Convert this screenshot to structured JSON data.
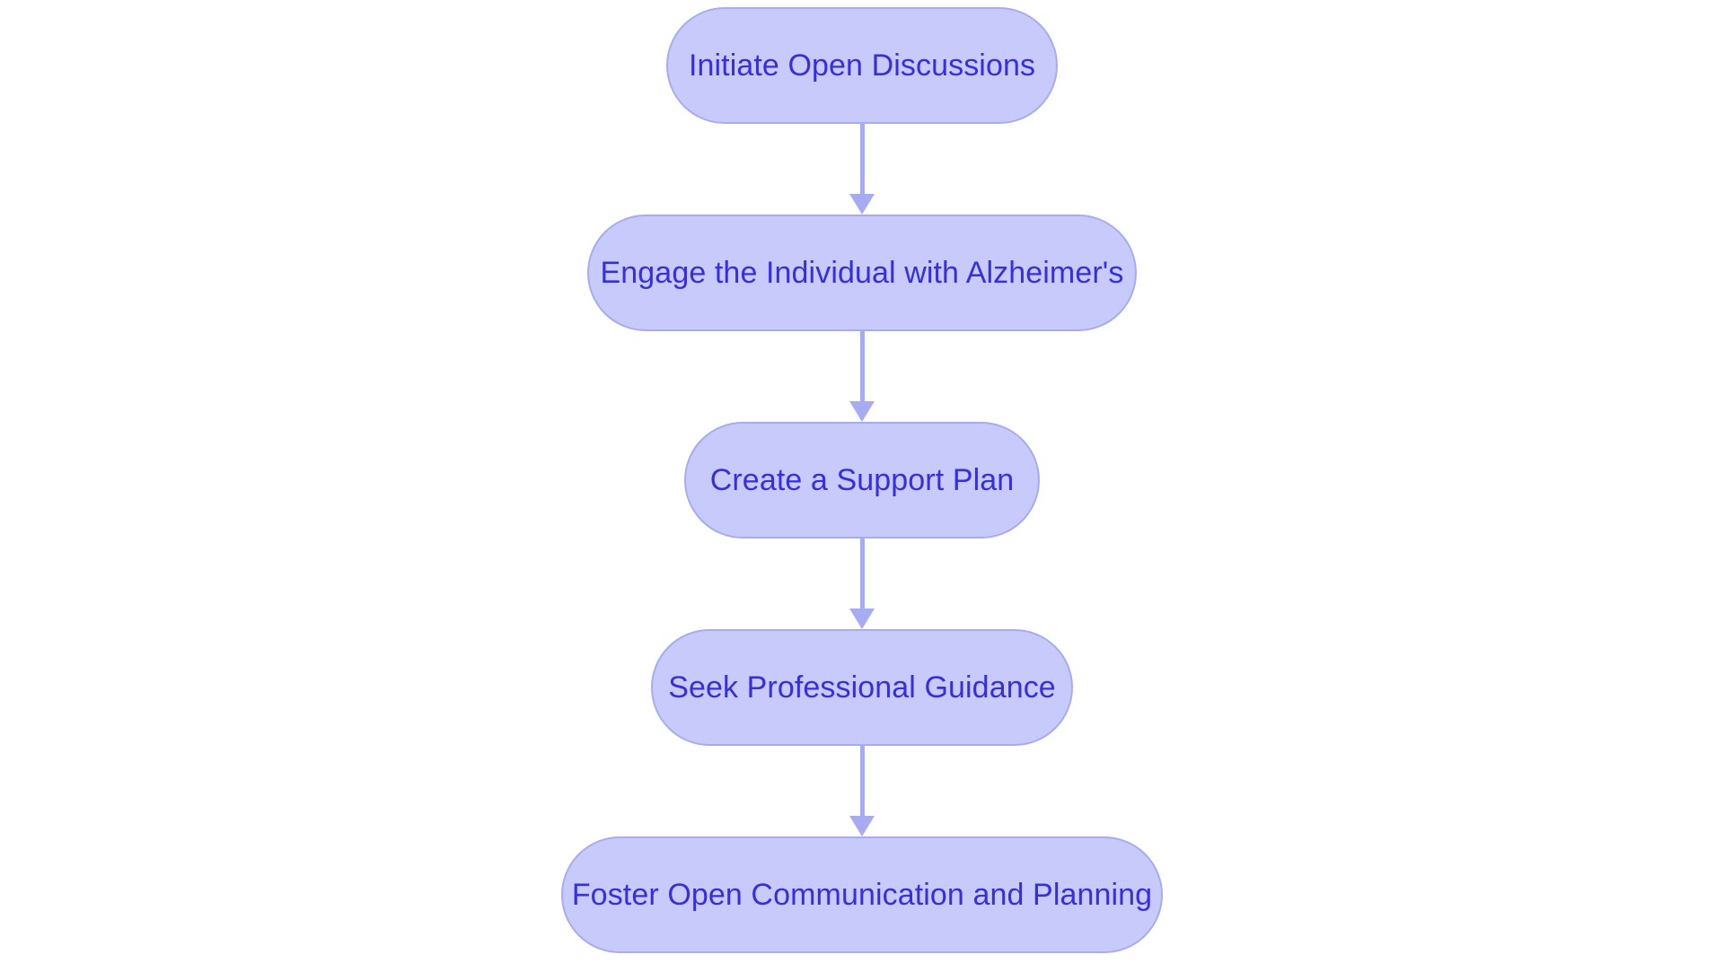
{
  "diagram": {
    "type": "flowchart",
    "orientation": "top-to-bottom",
    "title": "",
    "colors": {
      "node_fill": "#c8cafc",
      "node_border": "#a7abf2",
      "node_text": "#352fe0",
      "connector": "#a7abf2",
      "background": "#ffffff"
    },
    "nodes": [
      {
        "id": "node-1",
        "label": "Initiate Open Discussions"
      },
      {
        "id": "node-2",
        "label": "Engage the Individual with Alzheimer's"
      },
      {
        "id": "node-3",
        "label": "Create a Support Plan"
      },
      {
        "id": "node-4",
        "label": "Seek Professional Guidance"
      },
      {
        "id": "node-5",
        "label": "Foster Open Communication and Planning"
      }
    ],
    "connectors": [
      {
        "id": "arrow-1",
        "from": "node-1",
        "to": "node-2",
        "icon": "arrow-down-icon"
      },
      {
        "id": "arrow-2",
        "from": "node-2",
        "to": "node-3",
        "icon": "arrow-down-icon"
      },
      {
        "id": "arrow-3",
        "from": "node-3",
        "to": "node-4",
        "icon": "arrow-down-icon"
      },
      {
        "id": "arrow-4",
        "from": "node-4",
        "to": "node-5",
        "icon": "arrow-down-icon"
      }
    ]
  }
}
